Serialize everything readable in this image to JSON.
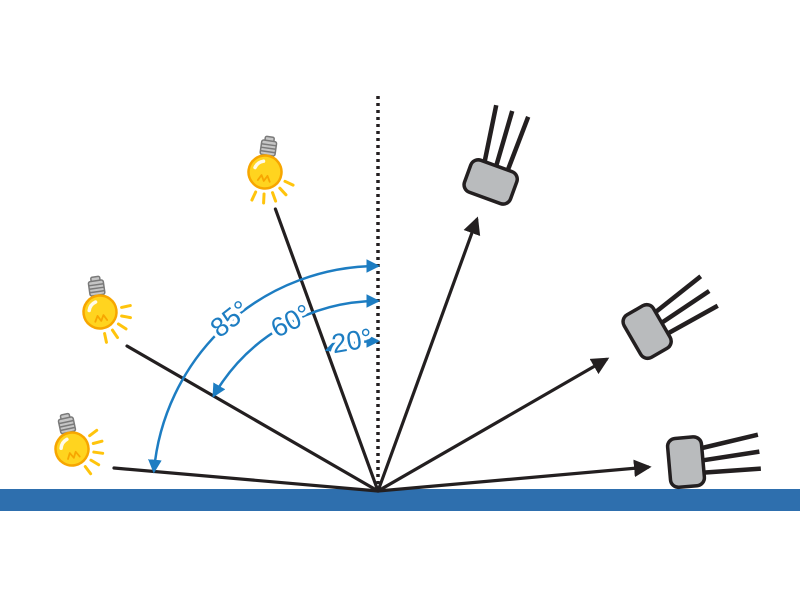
{
  "diagram": {
    "type": "light-reflection-angle-diagram",
    "angles": [
      {
        "value": 85,
        "label": "85°"
      },
      {
        "value": 60,
        "label": "60°"
      },
      {
        "value": 20,
        "label": "20°"
      }
    ],
    "colors": {
      "surface_blue": "#2e6fae",
      "annotation_blue": "#1d7dc2",
      "ray_black": "#231f20",
      "bulb_glass_yellow": "#ffd41f",
      "bulb_outline_orange": "#f7a600",
      "bulb_ray_yellow": "#ffc40c",
      "metal_gray": "#b9bbbd",
      "cap_gray": "#c6c6c6",
      "cap_edge_gray": "#7a7a7a",
      "highlight_white": "#ffffff"
    }
  }
}
